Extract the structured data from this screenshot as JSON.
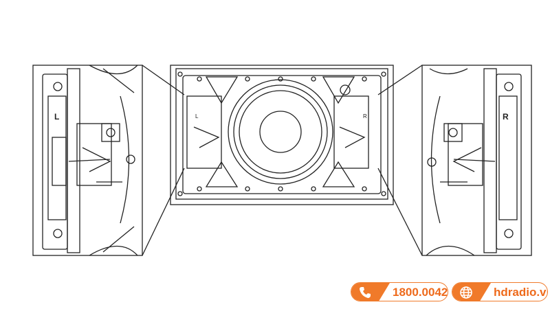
{
  "diagram": {
    "left_label": "L",
    "right_label": "R",
    "center_left_label": "L",
    "center_right_label": "R",
    "line_color": "#222222"
  },
  "watermark": {
    "phone_icon": "phone-icon",
    "phone": "1800.0042",
    "web_icon": "globe-icon",
    "website": "hdradio.vn",
    "accent": "#f07a2a"
  }
}
